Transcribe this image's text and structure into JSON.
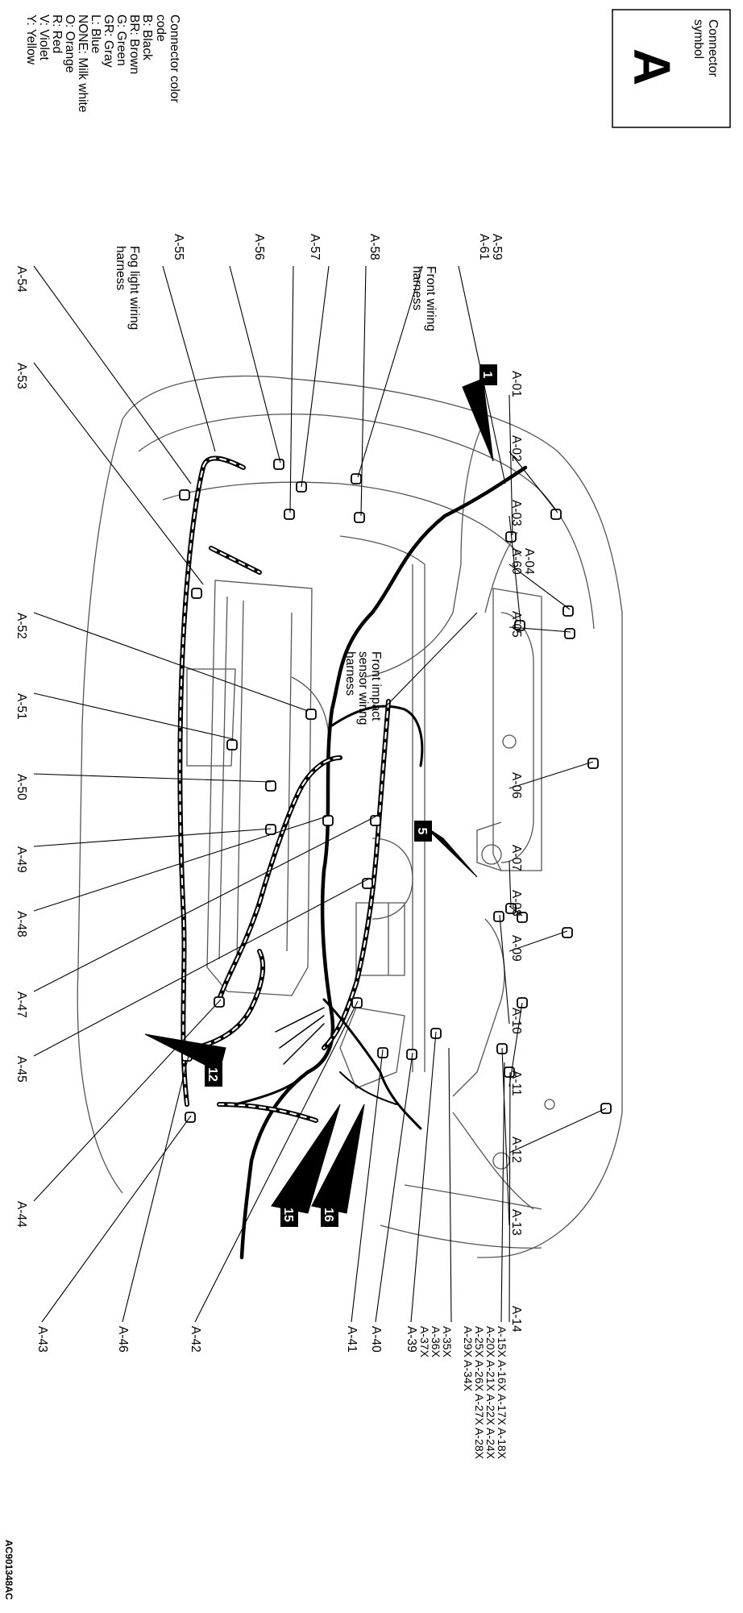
{
  "symbol_box": {
    "caption_line1": "Connector",
    "caption_line2": "symbol",
    "letter": "A"
  },
  "legend": {
    "title_line1": "Connector color",
    "title_line2": "code",
    "entries": [
      "B: Black",
      "BR: Brown",
      "G: Green",
      "GR: Gray",
      "L: Blue",
      "NONE: Milk white",
      "O: Orange",
      "R: Red",
      "V: Violet",
      "Y: Yellow"
    ]
  },
  "harness_labels": {
    "front_wiring": [
      "Front wiring",
      "harness"
    ],
    "fog_light": [
      "Fog light wiring",
      "harness"
    ],
    "front_impact": [
      "Front impact",
      "sensor wiring",
      "harness"
    ]
  },
  "connectors": {
    "a59_61": [
      "A-59",
      "A-61"
    ],
    "a58": "A-58",
    "a57": "A-57",
    "a56": "A-56",
    "a55": "A-55",
    "a54": "A-54",
    "a53": "A-53",
    "a52": "A-52",
    "a51": "A-51",
    "a50": "A-50",
    "a49": "A-49",
    "a48": "A-48",
    "a47": "A-47",
    "a45": "A-45",
    "a44": "A-44",
    "a43": "A-43",
    "a46": "A-46",
    "a42": "A-42",
    "a41": "A-41",
    "a40": "A-40",
    "a39": "A-39",
    "a35_37": [
      "A-35X",
      "A-36X",
      "A-37X"
    ],
    "a15_29": [
      "A-15X A-16X A-17X A-18X",
      "A-20X A-21X A-22X A-24X",
      "A-25X A-26X A-27X A-28X",
      "A-29X A-34X"
    ],
    "a01": "A-01",
    "a02": "A-02",
    "a03": "A-03",
    "a04_60": [
      "A-04",
      "A-60"
    ],
    "a05": "A-05",
    "a06": "A-06",
    "a07": "A-07",
    "a08": "A-08",
    "a09": "A-09",
    "a10": "A-10",
    "a11": "A-11",
    "a12": "A-12",
    "a13": "A-13",
    "a14": "A-14"
  },
  "badges": [
    "1",
    "5",
    "12",
    "15",
    "16"
  ],
  "figure_code": "AC901348AC"
}
